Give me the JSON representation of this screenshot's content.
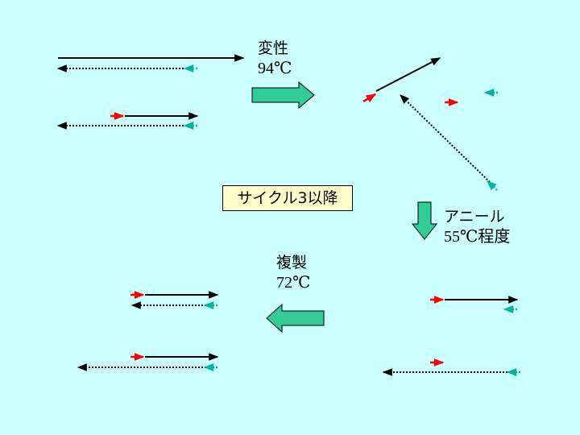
{
  "steps": {
    "denature": {
      "label": "変性",
      "temp": "94℃"
    },
    "anneal": {
      "label": "アニール",
      "temp": "55℃程度"
    },
    "extend": {
      "label": "複製",
      "temp": "72℃"
    }
  },
  "cycle_label": "サイクル3以降",
  "colors": {
    "background": "#ccffff",
    "strand": "#000000",
    "forward_primer": "#ff0000",
    "reverse_primer": "#00b3a0",
    "process_arrow": "#33cc99"
  }
}
